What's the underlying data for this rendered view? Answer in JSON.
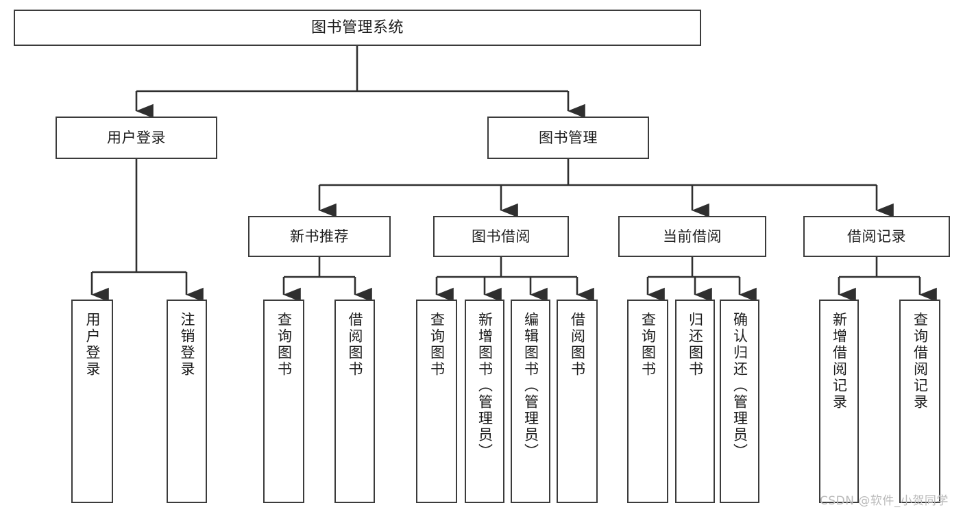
{
  "diagram": {
    "type": "tree",
    "title": "图书管理系统",
    "root": {
      "label": "图书管理系统"
    },
    "level2": [
      {
        "label": "用户登录"
      },
      {
        "label": "图书管理"
      }
    ],
    "level3": [
      {
        "label": "新书推荐"
      },
      {
        "label": "图书借阅"
      },
      {
        "label": "当前借阅"
      },
      {
        "label": "借阅记录"
      }
    ],
    "leaves": {
      "user_login": [
        {
          "label": "用户登录"
        },
        {
          "label": "注销登录"
        }
      ],
      "new_book_recommend": [
        {
          "label": "查询图书"
        },
        {
          "label": "借阅图书"
        }
      ],
      "book_borrow": [
        {
          "label": "查询图书"
        },
        {
          "label": "新增图书（管理员）"
        },
        {
          "label": "编辑图书（管理员）"
        },
        {
          "label": "借阅图书"
        }
      ],
      "current_borrow": [
        {
          "label": "查询图书"
        },
        {
          "label": "归还图书"
        },
        {
          "label": "确认归还（管理员）"
        }
      ],
      "borrow_record": [
        {
          "label": "新增借阅记录"
        },
        {
          "label": "查询借阅记录"
        }
      ]
    }
  },
  "watermark": {
    "text": "CSDN @软件_小贺同学"
  },
  "colors": {
    "box_border": "#3b3b3b",
    "box_fill": "#ffffff",
    "line": "#2f2f2f",
    "text": "#1c1c1c",
    "watermark": "#b9b9b9"
  }
}
